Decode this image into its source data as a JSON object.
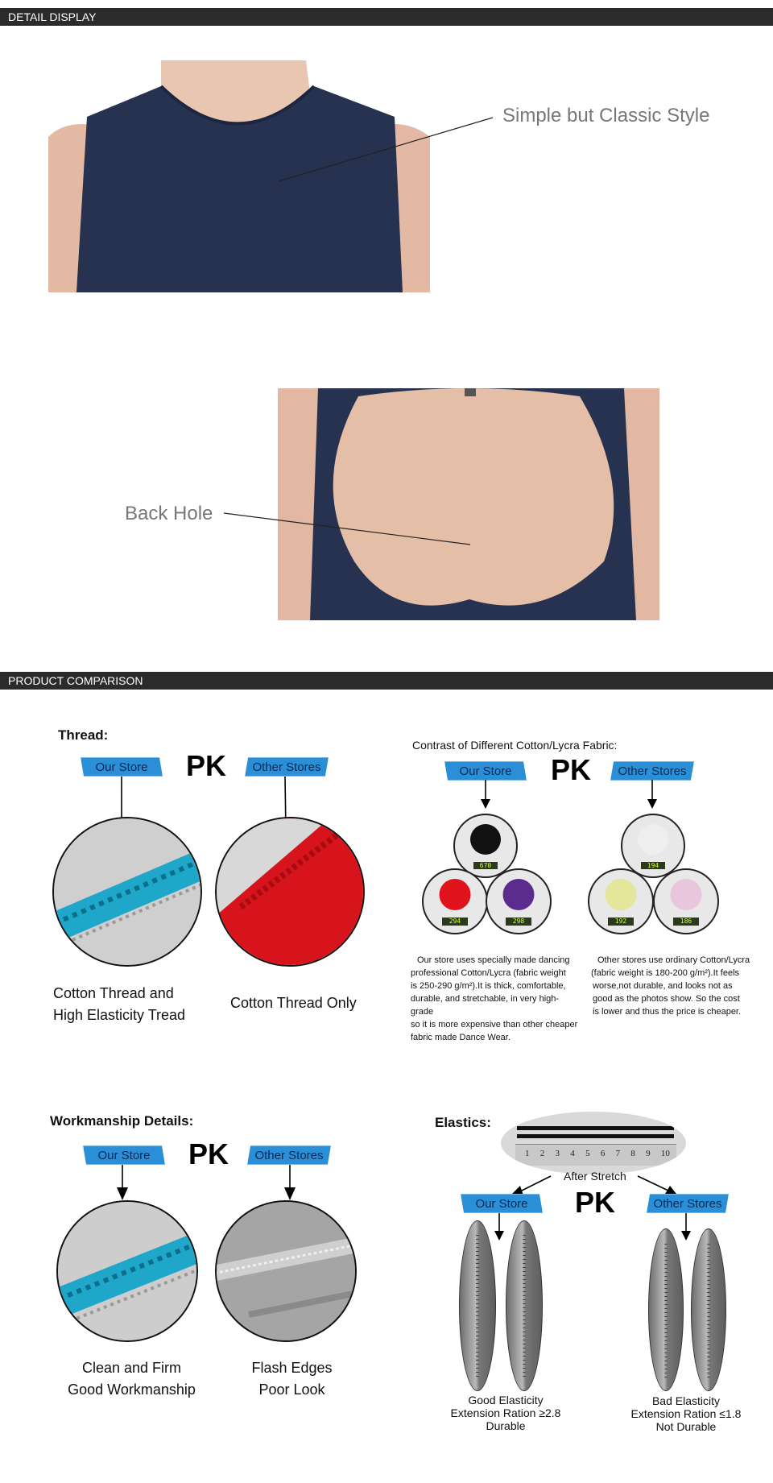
{
  "sections": {
    "detail_display": "DETAIL DISPLAY",
    "product_comparison": "PRODUCT COMPARISON"
  },
  "detail": {
    "front_callout": "Simple but Classic Style",
    "back_callout": "Back Hole"
  },
  "labels": {
    "our_store": "Our Store",
    "other_stores": "Other Stores",
    "pk": "PK"
  },
  "thread": {
    "heading": "Thread:",
    "our_caption_1": "Cotton Thread and",
    "our_caption_2": "High Elasticity Tread",
    "other_caption": "Cotton Thread Only"
  },
  "fabric": {
    "heading": "Contrast of Different Cotton/Lycra Fabric:",
    "our_scales": [
      "670",
      "294",
      "298"
    ],
    "other_scales": [
      "194",
      "192",
      "186"
    ],
    "our_text": [
      "Our store uses specially made dancing",
      "professional Cotton/Lycra (fabric weight",
      "is 250-290 g/m²).It is thick, comfortable,",
      "durable, and stretchable, in very high-grade",
      "so it is more expensive than other cheaper",
      "fabric made Dance Wear."
    ],
    "other_text": [
      "Other stores use ordinary Cotton/Lycra",
      "(fabric weight is 180-200 g/m²).It feels",
      "worse,not durable, and looks not as",
      "good as the photos show. So the cost",
      "is lower and thus the price is cheaper."
    ]
  },
  "workmanship": {
    "heading": "Workmanship Details:",
    "our_caption_1": "Clean and Firm",
    "our_caption_2": "Good Workmanship",
    "other_caption_1": "Flash Edges",
    "other_caption_2": "Poor Look"
  },
  "elastics": {
    "heading": "Elastics:",
    "ruler_numbers": [
      "1",
      "2",
      "3",
      "4",
      "5",
      "6",
      "7",
      "8",
      "9",
      "10"
    ],
    "after_stretch": "After Stretch",
    "our_caption": [
      "Good Elasticity",
      "Extension Ration ≥2.8",
      "Durable"
    ],
    "other_caption": [
      "Bad Elasticity",
      "Extension Ration ≤1.8",
      "Not Durable"
    ]
  },
  "colors": {
    "navy": "#26324f",
    "skin": "#e7c2ad",
    "tag_blue": "#2a8fd6",
    "teal_trim": "#1ea7c9",
    "red_fabric": "#d7141c"
  }
}
